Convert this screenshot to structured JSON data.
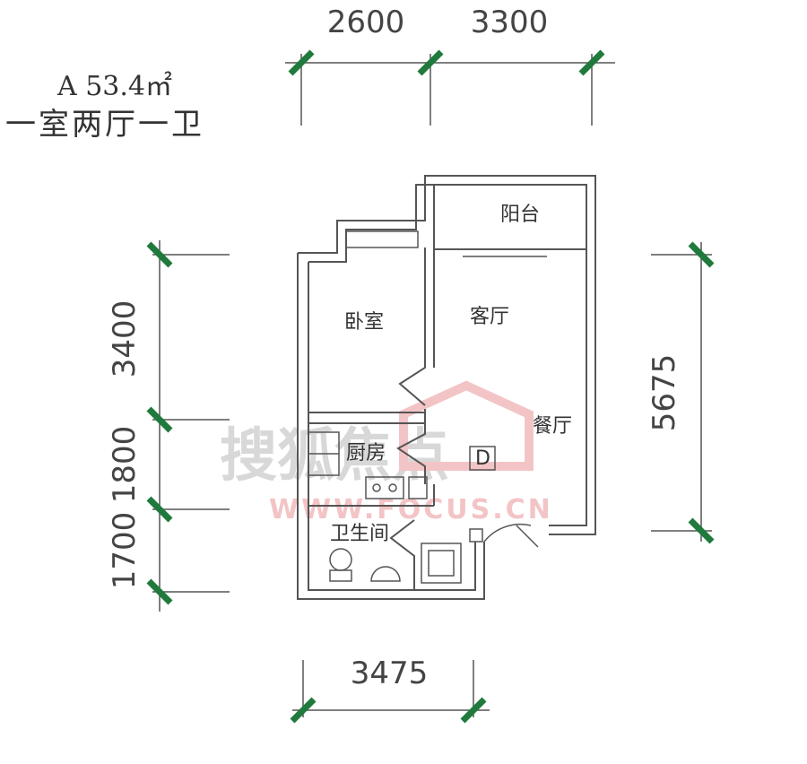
{
  "title": {
    "area": "A 53.4㎡",
    "layout": "一室两厅一卫"
  },
  "dimensions": {
    "top": [
      "2600",
      "3300"
    ],
    "left": [
      "3400",
      "1800",
      "1700"
    ],
    "right": "5675",
    "bottom": "3475"
  },
  "rooms": {
    "balcony": "阳台",
    "bedroom": "卧室",
    "living": "客厅",
    "dining": "餐厅",
    "kitchen": "厨房",
    "bathroom": "卫生间",
    "fridge": "D"
  },
  "watermark": {
    "text": "搜狐焦点",
    "url": "WWW.FOCUS.CN"
  },
  "colors": {
    "tick": "#1f7a3c",
    "watermark_red": "#f3c4c6",
    "watermark_gray": "#d8d8d8"
  }
}
